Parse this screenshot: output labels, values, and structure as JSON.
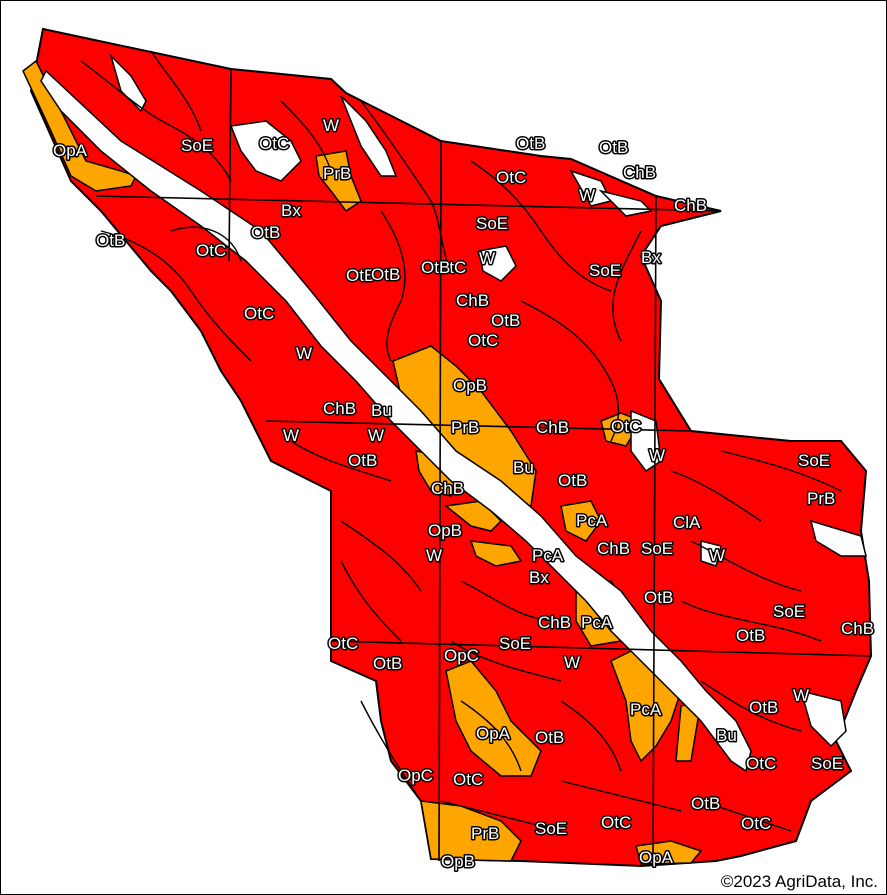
{
  "map": {
    "colors": {
      "background": "#ffffff",
      "primary_fill": "#ff0000",
      "secondary_fill": "#ffa500",
      "water": "#ffffff",
      "line": "#000000"
    },
    "copyright": "©2023 AgriData, Inc.",
    "labels": [
      "OpA",
      "SoE",
      "OtC",
      "W",
      "PrB",
      "Bx",
      "OtB",
      "OtC",
      "OtB",
      "OtB",
      "OtC",
      "ChB",
      "ChB",
      "OtB",
      "W",
      "SoE",
      "W",
      "SoE",
      "Bx",
      "OtB",
      "OtC",
      "OtB",
      "ChB",
      "OtB",
      "OtB",
      "OtC",
      "OtC",
      "W",
      "OpB",
      "ChB",
      "Bu",
      "PrB",
      "ChB",
      "OtC",
      "W",
      "W",
      "OtB",
      "Bu",
      "OtB",
      "W",
      "SoE",
      "PrB",
      "ChB",
      "OpB",
      "W",
      "PcA",
      "ClA",
      "ChB",
      "SoE",
      "W",
      "PcA",
      "Bx",
      "OtB",
      "SoE",
      "OtB",
      "PcA",
      "ChB",
      "ChB",
      "OtC",
      "OtB",
      "OpC",
      "SoE",
      "W",
      "W",
      "PcA",
      "OpA",
      "OtB",
      "OtB",
      "Bu",
      "OtC",
      "OpC",
      "OtC",
      "SoE",
      "OtB",
      "PrB",
      "SoE",
      "OtC",
      "OtC",
      "OpB",
      "OpA"
    ]
  }
}
